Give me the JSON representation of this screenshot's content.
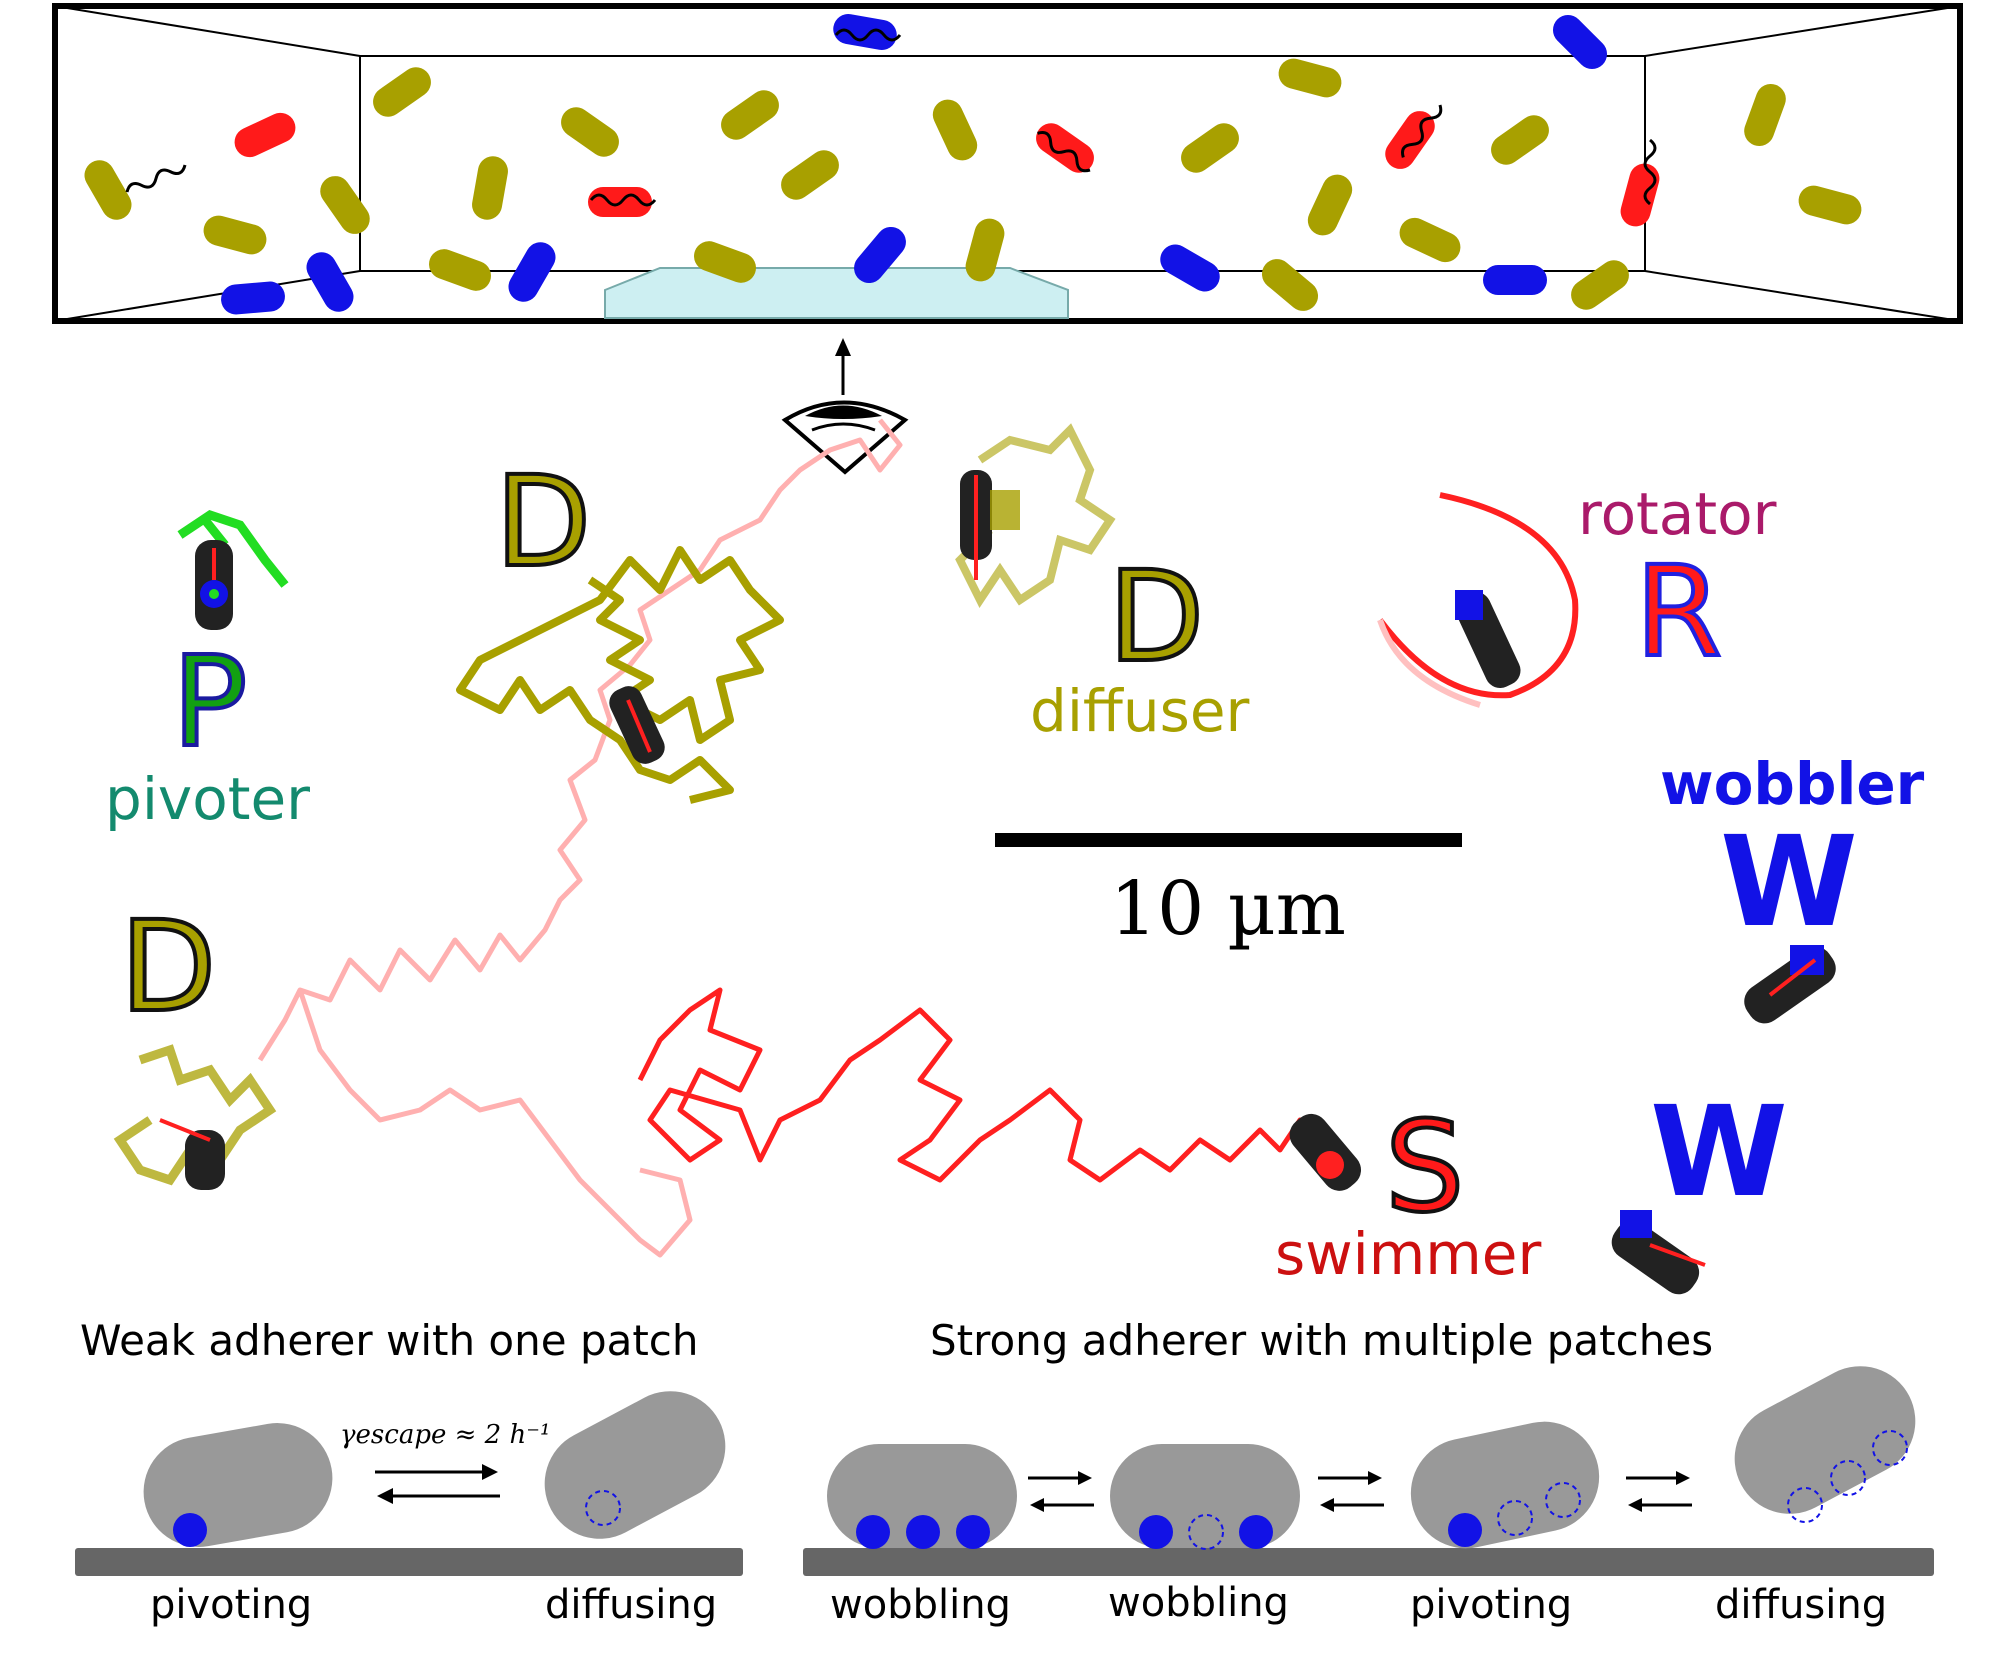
{
  "labels": {
    "pivoter_letter": "P",
    "pivoter_word": "pivoter",
    "diffuser_letter": "D",
    "diffuser_word": "diffuser",
    "rotator_letter": "R",
    "rotator_word": "rotator",
    "wobbler_letter": "W",
    "wobbler_word": "wobbler",
    "swimmer_letter": "S",
    "swimmer_word": "swimmer"
  },
  "scale_bar": "10 µm",
  "captions": {
    "weak": "Weak adherer with one patch",
    "strong": "Strong adherer with multiple patches"
  },
  "rate_label": "γescape ≈ 2 h⁻¹",
  "states": {
    "weak": [
      "pivoting",
      "diffusing"
    ],
    "strong": [
      "wobbling",
      "wobbling",
      "pivoting",
      "diffusing"
    ]
  },
  "colors": {
    "diffuser": "#a8a000",
    "swimmer": "#ff1a1a",
    "wobbler": "#1212e6",
    "pivoter": "#12a012",
    "cell_gray": "#999999",
    "surface": "#666666",
    "window": "#cdeff2"
  }
}
